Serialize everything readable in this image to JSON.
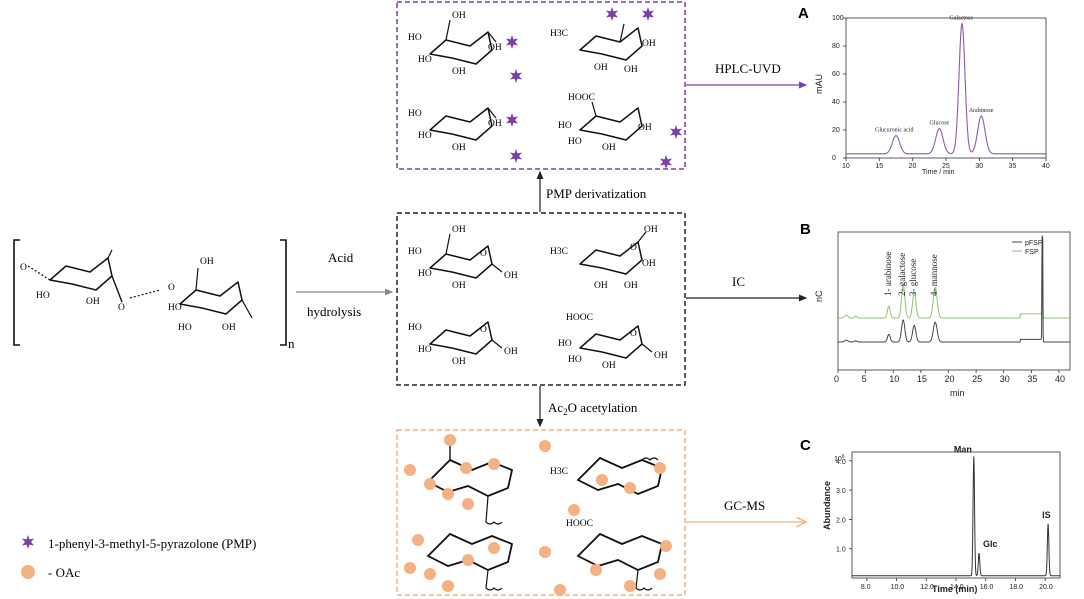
{
  "colors": {
    "pmp_purple": "#7a3fa6",
    "oac_orange": "#f4b183",
    "box_purple": "#7a3fa6",
    "box_black": "#222222",
    "box_orange": "#f4b183",
    "arrow_gray": "#8a8a8a",
    "ic_pfsp": "#444444",
    "ic_fsp": "#8cc37a",
    "hplc_line": "#8a5aa8",
    "gc_line": "#333333"
  },
  "steps": {
    "acid": "Acid",
    "hydrolysis": "hydrolysis",
    "pmp": "PMP derivatization",
    "acetylation_pre": "Ac",
    "acetylation_sub": "2",
    "acetylation_post": "O acetylation",
    "hplc": "HPLC-UVD",
    "ic": "IC",
    "gcms": "GC-MS"
  },
  "polymer": {
    "subscript": "n"
  },
  "chem_labels": {
    "oh": "OH",
    "ho": "HO",
    "h3c": "H3C",
    "hooc": "HOOC",
    "o": "O"
  },
  "legend": {
    "pmp": "1-phenyl-3-methyl-5-pyrazolone (PMP)",
    "oac": "- OAc"
  },
  "panels": {
    "a": "A",
    "b": "B",
    "c": "C"
  },
  "chart_data": [
    {
      "type": "line",
      "panel": "A",
      "xlabel": "Time / min",
      "ylabel": "mAU",
      "xlim": [
        10,
        40
      ],
      "ylim": [
        0,
        100
      ],
      "xticks": [
        10,
        15,
        20,
        25,
        30,
        35,
        40
      ],
      "yticks": [
        0,
        20,
        40,
        60,
        80,
        100
      ],
      "peaks": [
        {
          "label": "Glucuronic acid",
          "x": 17.5,
          "y": 16
        },
        {
          "label": "Glucose",
          "x": 24,
          "y": 21
        },
        {
          "label": "Galactose",
          "x": 27.4,
          "y": 96
        },
        {
          "label": "Arabinose",
          "x": 30.3,
          "y": 30
        }
      ]
    },
    {
      "type": "line",
      "panel": "B",
      "xlabel": "min",
      "ylabel": "nC",
      "xlim": [
        0,
        42
      ],
      "xticks": [
        0,
        5,
        10,
        15,
        20,
        25,
        30,
        35,
        40
      ],
      "legend": [
        "pFSP",
        "FSP"
      ],
      "peak_labels": [
        {
          "label": "1- arabinose",
          "x": 9.2
        },
        {
          "label": "2- galactose",
          "x": 11.8
        },
        {
          "label": "3- glucose",
          "x": 13.8
        },
        {
          "label": "4- mannose",
          "x": 17.6
        }
      ]
    },
    {
      "type": "line",
      "panel": "C",
      "xlabel": "Time (min)",
      "ylabel": "Abundance",
      "y_exponent": "10",
      "y_exponent_power": "6",
      "xlim": [
        7,
        21
      ],
      "xticks": [
        8.0,
        10.0,
        12.0,
        14.0,
        16.0,
        18.0,
        20.0
      ],
      "yticks": [
        1.0,
        2.0,
        3.0,
        4.0
      ],
      "ylim": [
        0,
        4.3
      ],
      "peaks": [
        {
          "label": "Man",
          "x": 15.2,
          "y": 4.15
        },
        {
          "label": "Glc",
          "x": 15.55,
          "y": 0.85
        },
        {
          "label": "IS",
          "x": 20.2,
          "y": 1.85
        }
      ]
    }
  ]
}
